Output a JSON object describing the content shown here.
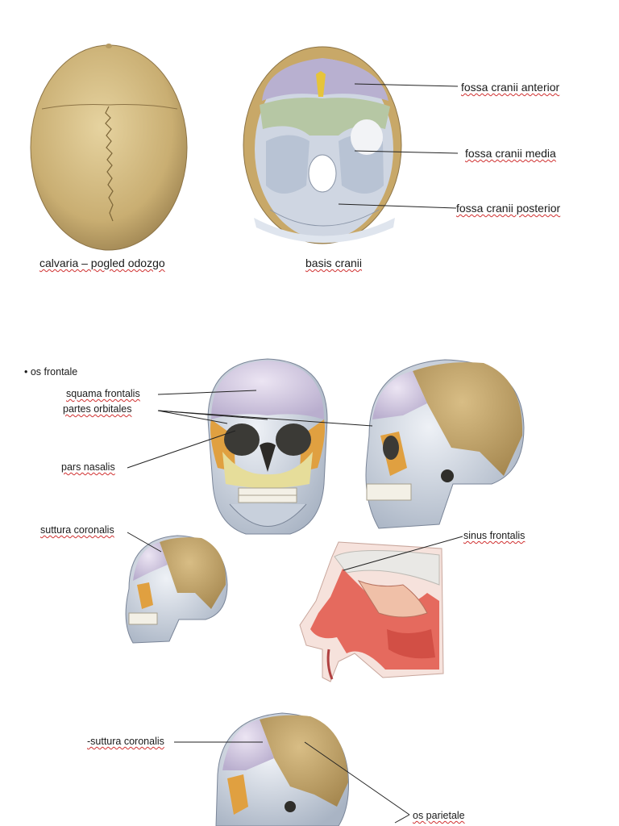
{
  "top": {
    "captions": {
      "calvaria": "calvaria – pogled odozgo",
      "basis": "basis cranii"
    },
    "labels": {
      "anterior": "fossa cranii anterior",
      "media": "fossa cranii media",
      "posterior": "fossa cranii posterior"
    }
  },
  "frontal": {
    "bullet_title": "• os frontale",
    "labels": {
      "squama": "squama frontalis",
      "orbitales": "partes orbitales",
      "nasalis": "pars nasalis",
      "coronalis": "suttura coronalis",
      "sinus": "sinus frontalis"
    }
  },
  "bottom": {
    "labels": {
      "coronalis": "-suttura coronalis",
      "parietale": "os parietale"
    }
  },
  "colors": {
    "bone": "#c9ae72",
    "frontal": "#d9cfe6",
    "skull": "#c8d0dc",
    "orbit": "#e0a040",
    "nasal_mucosa": "#e56a5e"
  }
}
